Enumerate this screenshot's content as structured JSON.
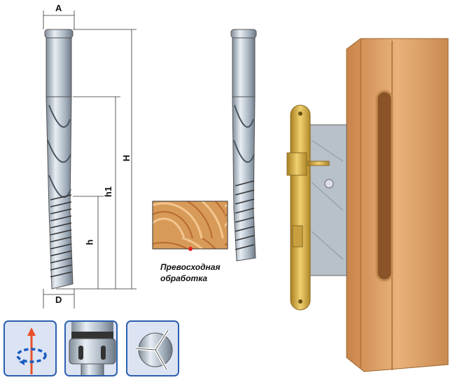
{
  "dimensions": {
    "A": "A",
    "H": "H",
    "h1": "h1",
    "h": "h",
    "D": "D"
  },
  "caption": {
    "line1": "Превосходная",
    "line2": "обработка"
  },
  "icons": [
    "rotation-direction-icon",
    "collet-chuck-icon",
    "cutter-section-icon"
  ],
  "colors": {
    "steel": "#b8c4d0",
    "wood": "#d89a58",
    "brass": "#d8b040",
    "icon_border": "#2b5fb0",
    "icon_bg": "#dce3f3",
    "marker": "#e02020"
  }
}
